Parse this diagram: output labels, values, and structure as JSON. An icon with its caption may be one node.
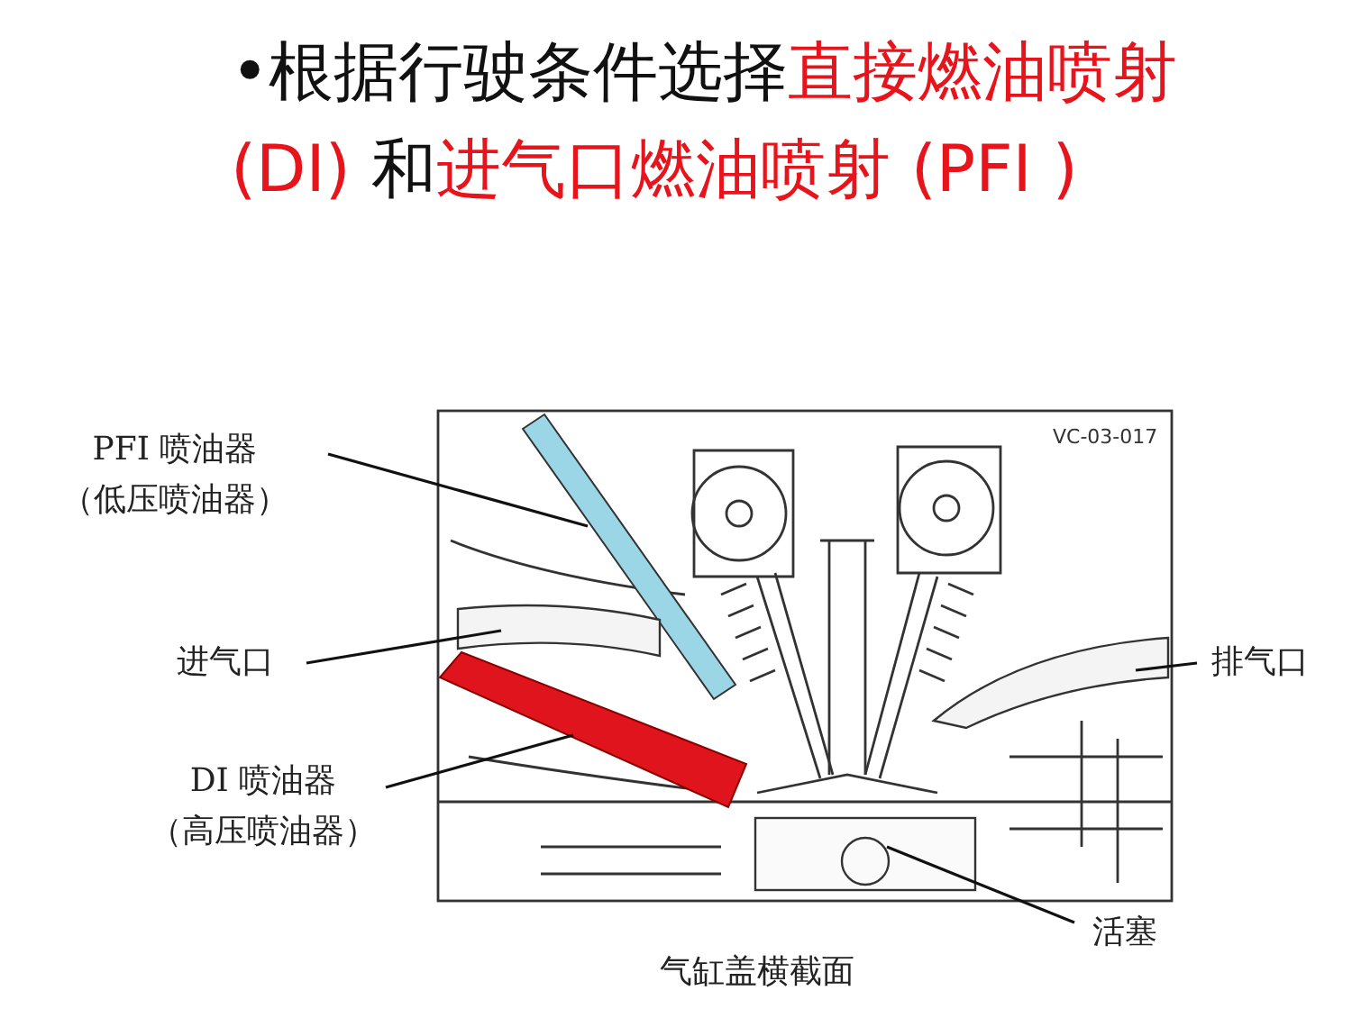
{
  "diagram": {
    "title": "•根据行驶条件选择**直接燃油喷射 (DI)** 和**进气口燃油喷射 (PFI )**",
    "caption": "气缸盖横截面",
    "nodes": [
      {
        "text": [
          "PFI 喷油器",
          "（低压喷油器）"
        ]
      },
      {
        "text": [],
        "shape": "picture"
      },
      {
        "text": [
          "进气口"
        ]
      },
      {
        "text": [],
        "shape": "picture"
      },
      {
        "text": [
          "DI 喷油器",
          "（高压喷油器）"
        ]
      },
      {
        "text": [],
        "shape": "picture"
      },
      {
        "text": [
          "排气口"
        ]
      },
      {
        "text": [],
        "shape": "picture"
      },
      {
        "text": [
          "活塞"
        ]
      },
      {
        "text": [],
        "shape": "picture"
      }
    ],
    "edges": [
      {
        "from": 0,
        "to": 1,
        "arrow": "none"
      },
      {
        "from": 2,
        "to": 3,
        "arrow": "none"
      },
      {
        "from": 4,
        "to": 5,
        "arrow": "none"
      },
      {
        "from": 6,
        "to": 7,
        "arrow": "none"
      },
      {
        "from": 8,
        "to": 9,
        "arrow": "none"
      }
    ],
    "labels": [
      "VC-03-017"
    ]
  }
}
